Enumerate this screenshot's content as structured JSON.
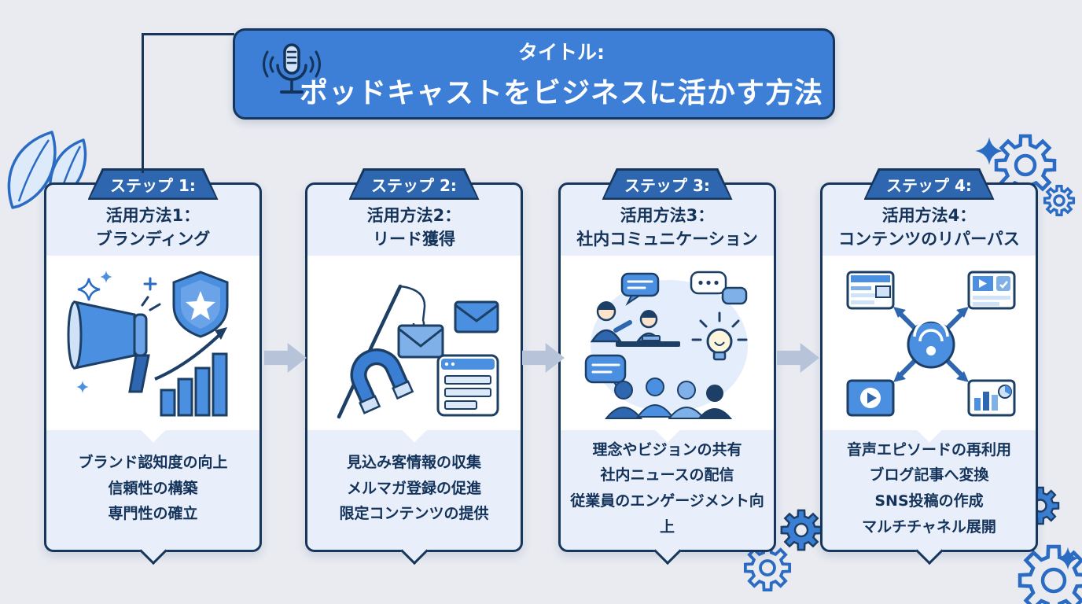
{
  "colors": {
    "background": "#e9ebf1",
    "banner_blue": "#3d7ed6",
    "tab_blue": "#2f66b0",
    "outline_navy": "#16365c",
    "card_bg": "#e9effa",
    "arrow_gray": "#b7c3d8",
    "text_navy": "#14335a",
    "deco_blue": "#2a6bc4"
  },
  "banner": {
    "label": "タイトル:",
    "title": "ポッドキャストをビジネスに活かす方法",
    "icon": "microphone-icon"
  },
  "steps": [
    {
      "tab": "ステップ 1:",
      "heading_line1": "活用方法1：",
      "heading_line2": "ブランディング",
      "illustration_icons": [
        "megaphone-icon",
        "shield-star-icon",
        "growth-bar-chart-icon",
        "sparkle-icons"
      ],
      "bullets": [
        "ブランド認知度の向上",
        "信頼性の構築",
        "専門性の確立"
      ]
    },
    {
      "tab": "ステップ 2:",
      "heading_line1": "活用方法2：",
      "heading_line2": "リード獲得",
      "illustration_icons": [
        "fishing-rod-icon",
        "hooked-envelope-icon",
        "envelope-icon",
        "magnet-icon",
        "signup-form-icon"
      ],
      "bullets": [
        "見込み客情報の収集",
        "メルマガ登録の促進",
        "限定コンテンツの提供"
      ]
    },
    {
      "tab": "ステップ 3:",
      "heading_line1": "活用方法3：",
      "heading_line2": "社内コミュニケーション",
      "illustration_icons": [
        "presenter-icon",
        "speech-bubble-icons",
        "lightbulb-icon",
        "audience-icon"
      ],
      "bullets": [
        "理念やビジョンの共有",
        "社内ニュースの配信",
        "従業員のエンゲージメント向上"
      ]
    },
    {
      "tab": "ステップ 4:",
      "heading_line1": "活用方法4：",
      "heading_line2": "コンテンツのリパーパス",
      "illustration_icons": [
        "podcast-icon",
        "outward-arrows-icon",
        "blog-article-icon",
        "sns-post-icon",
        "video-player-icon",
        "analytics-chart-icon"
      ],
      "bullets": [
        "音声エピソードの再利用",
        "ブログ記事へ変換",
        "SNS投稿の作成",
        "マルチチャネル展開"
      ]
    }
  ],
  "decorations": [
    "leaves",
    "gears",
    "sparkles"
  ]
}
